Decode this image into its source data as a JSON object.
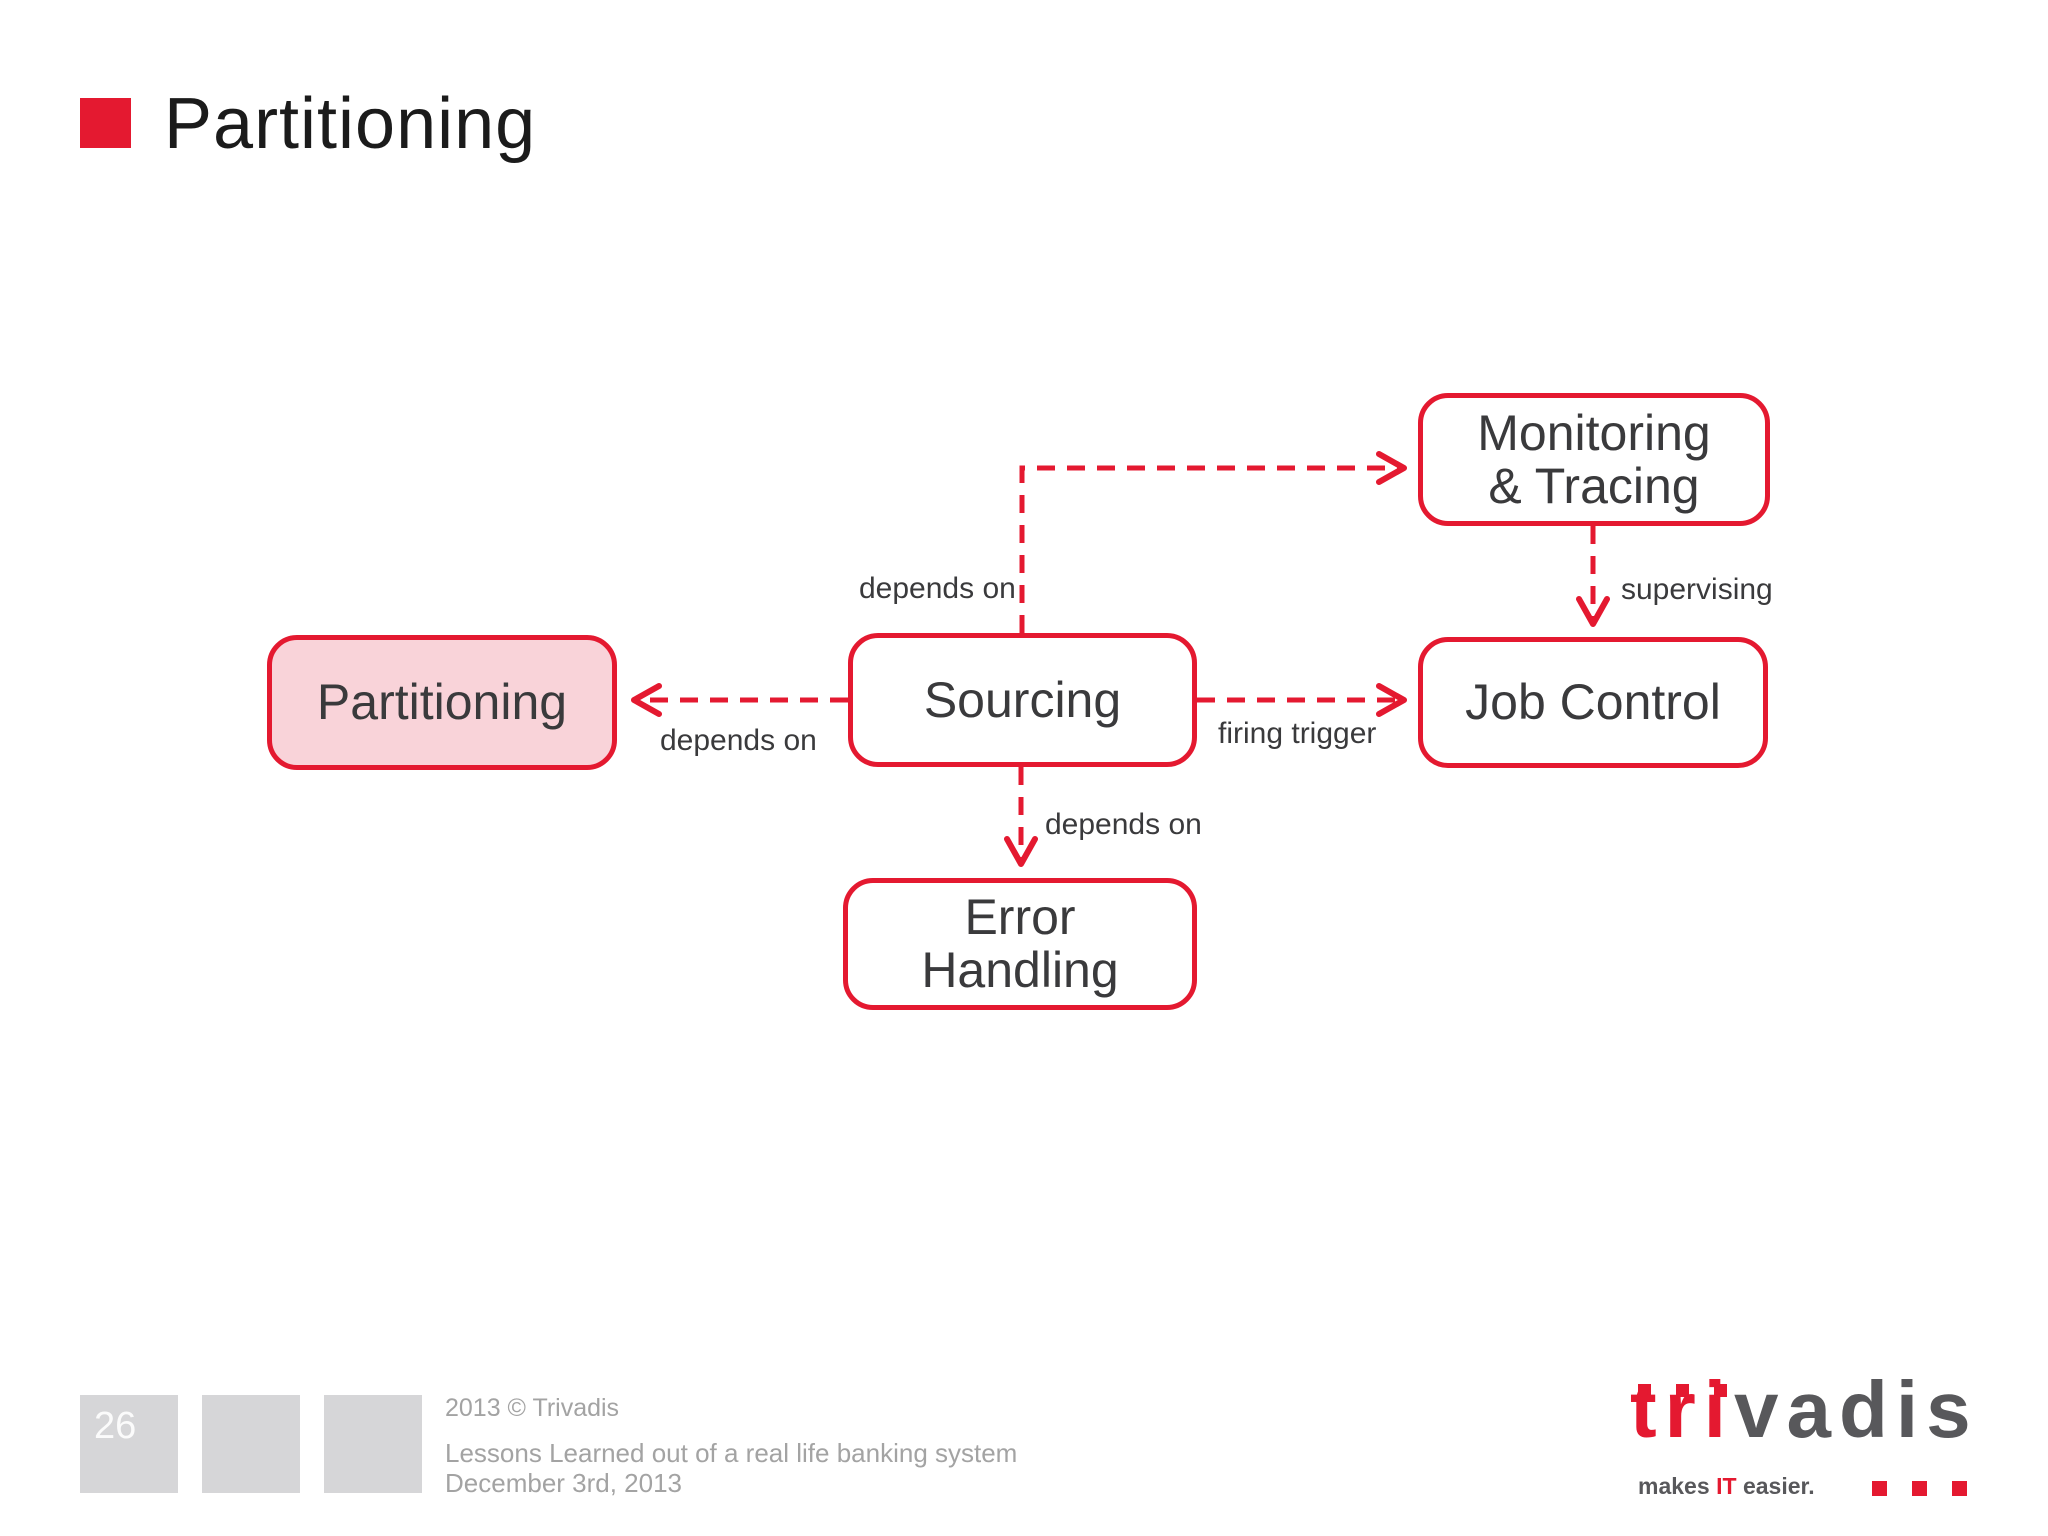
{
  "title": {
    "text": "Partitioning"
  },
  "diagram": {
    "nodes": {
      "partitioning": {
        "label": "Partitioning",
        "highlighted": true
      },
      "sourcing": {
        "label": "Sourcing"
      },
      "monitoring": {
        "line1": "Monitoring",
        "line2": "& Tracing"
      },
      "job_control": {
        "label": "Job Control"
      },
      "error_handling": {
        "line1": "Error",
        "line2": "Handling"
      }
    },
    "edge_labels": {
      "sourcing_to_partitioning": "depends on",
      "sourcing_to_monitoring": "depends on",
      "sourcing_to_error": "depends on",
      "sourcing_to_job_control": "firing trigger",
      "monitoring_to_job_control": "supervising"
    }
  },
  "footer": {
    "page_number": "26",
    "copyright": "2013 © Trivadis",
    "subtitle": "Lessons Learned out of a real life banking system",
    "date": "December 3rd, 2013"
  },
  "logo": {
    "word_red": "tri",
    "word_gray": "vadis",
    "tagline_pre": "makes",
    "tagline_accent": "IT",
    "tagline_post": "easier."
  },
  "colors": {
    "accent_red": "#e41930",
    "highlight_pink": "#f9d3d9",
    "diagram_text": "#3a3a3c",
    "title_text": "#1b1b1b",
    "footer_text_gray": "#a3a3a3",
    "footer_square_gray": "#d6d6d8",
    "logo_gray": "#58585b"
  }
}
